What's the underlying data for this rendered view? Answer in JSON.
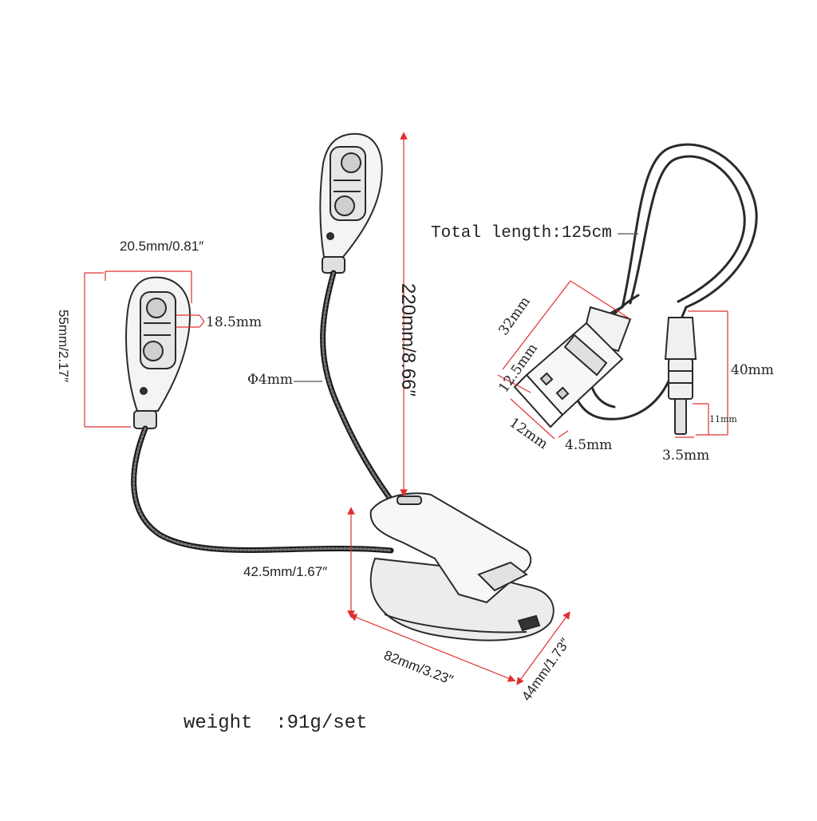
{
  "labels": {
    "clip_width_top": "20.5mm/0.81″",
    "head_height": "55mm/2.17″",
    "led_spacing": "18.5mm",
    "neck_diameter": "Φ4mm",
    "total_height": "220mm/8.66″",
    "clip_height": "42.5mm/1.67″",
    "clip_length": "82mm/3.23″",
    "clip_depth": "44mm/1.73″",
    "cable_length": "Total length:125cm",
    "usb_length": "32mm",
    "usb_width": "12.5mm",
    "usb_height": "12mm",
    "usb_thickness": "4.5mm",
    "plug_length": "40mm",
    "plug_tip": "11mm",
    "plug_diameter": "3.5mm",
    "weight": "weight  :91g/set"
  },
  "colors": {
    "dimension_line": "#e03030",
    "sketch": "#2a2a2a",
    "cable": "#1a1a1a"
  }
}
